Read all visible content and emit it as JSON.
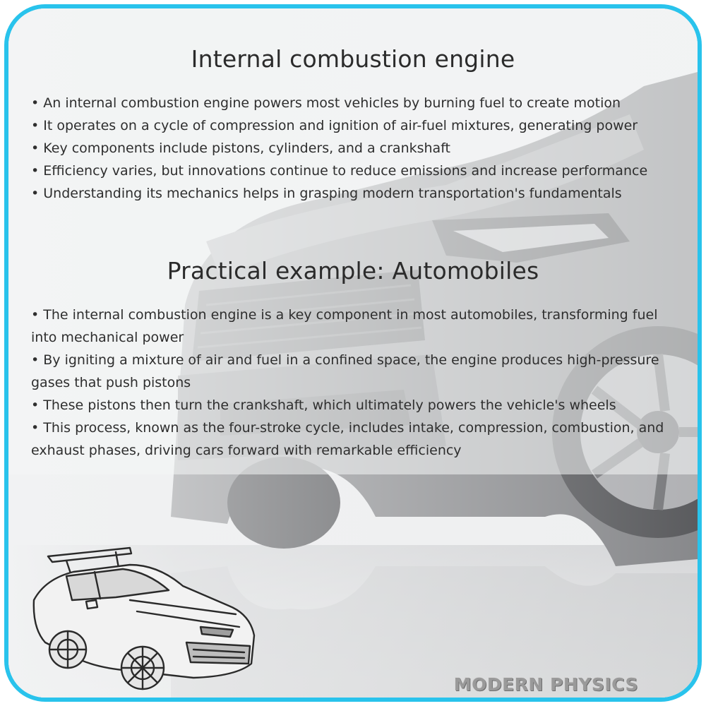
{
  "section1": {
    "title": "Internal combustion engine",
    "bullets": [
      "An internal combustion engine powers most vehicles by burning fuel to create motion",
      "It operates on a cycle of compression and ignition of air-fuel mixtures, generating power",
      "Key components include pistons, cylinders, and a crankshaft",
      "Efficiency varies, but innovations continue to reduce emissions and increase performance",
      "Understanding its mechanics helps in grasping modern transportation's fundamentals"
    ]
  },
  "section2": {
    "title": "Practical example: Automobiles",
    "bullets": [
      "The internal combustion engine is a key component in most automobiles, transforming fuel into mechanical power",
      "By igniting a mixture of air and fuel in a confined space, the engine produces high-pressure gases that push pistons",
      "These pistons then turn the crankshaft, which ultimately powers the vehicle's wheels",
      "This process, known as the four-stroke cycle, includes intake, compression, combustion, and exhaust phases, driving cars forward with remarkable efficiency"
    ]
  },
  "brand": {
    "watermark": "MODERN PHYSICS"
  },
  "colors": {
    "frame_border": "#29c3ec",
    "text": "#2e2e2e"
  },
  "icons": {
    "background": "car-photo-illustration",
    "corner": "sports-car-sketch-illustration"
  }
}
